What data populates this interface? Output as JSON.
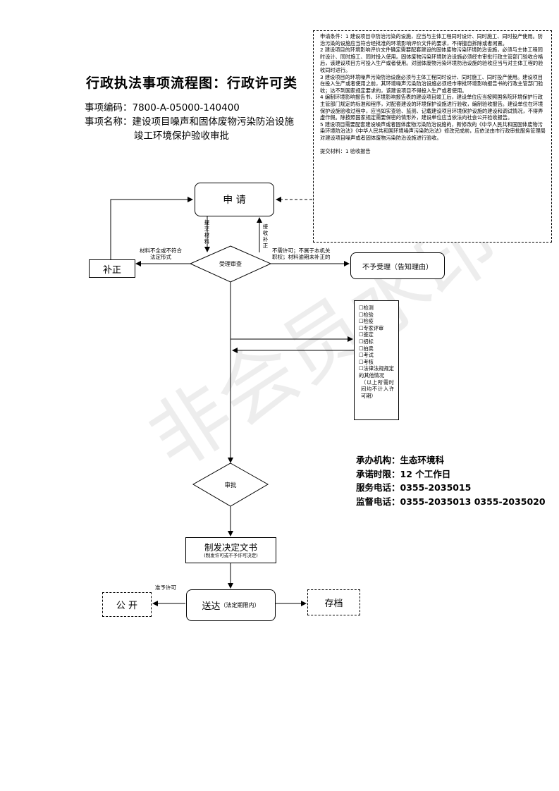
{
  "header": {
    "title": "行政执法事项流程图：行政许可类",
    "code_label": "事项编码：",
    "code": "7800-A-05000-140400",
    "name_label": "事项名称：",
    "name_line1": "建设项目噪声和固体废物污染防治设施",
    "name_line2": "竣工环境保护验收审批"
  },
  "conditions": {
    "lines": [
      "申请条件：1 建设项目中防治污染的设施，应当与主体工程同时设计、同时施工、同时投产使用。防治污染的设施应当符合经批准的环境影响评价文件的要求，不得擅自拆除或者闲置。",
      "2 建设项目的环境影响评价文件确定需要配套建设的固体废物污染环境防治设施，必须与主体工程同时设计、同时施工、同时投入使用。固体废物污染环境防治设施必须经市审批行政主管部门验收合格后，该建设项目方可投入生产或者使用。对固体废物污染环境防治设施的验收应当与对主体工程的验收同时进行。",
      "3 建设项目的环境噪声污染防治设施必须与主体工程同时设计、同时施工、同时投产使用。建设项目在投入生产或者使用之前，其环境噪声污染防治设施必须经市审批环境影响报告书的行政主管部门验收；达不到国家规定要求的，该建设项目不得投入生产或者使用。",
      "4 编制环境影响报告书、环境影响报告表的建设项目竣工后，建设单位应当按照国务院环境保护行政主管部门规定的标准和程序，对配套建设的环境保护设施进行验收，编制验收报告。建设单位在环境保护设施验收过程中，应当如实查验、监测、记载建设项目环境保护设施的建设和调试情况，不得弄虚作假。除按照国家规定需要保密的情形外，建设单位应当依法向社会公开验收报告。",
      "5 建设项目需要配套建设噪声或者固体废物污染防治设施的，新修改的《中华人民共和国固体废物污染环境防治法》《中华人民共和国环境噪声污染防治法》修改完成前，应依法由市行政审批服务管理局对建设项目噪声或者固体废物污染防治设施进行验收。"
    ],
    "materials": "提交材料：1 验收报告"
  },
  "flow": {
    "apply": "申 请",
    "submit_materials": "提交材料",
    "receive_materials": "接收补正",
    "correct": "补正",
    "incomplete_note_1": "材料不全或不符合",
    "incomplete_note_2": "法定形式",
    "review": "受理审查",
    "reject_note_1": "不需许可；不属于本机关",
    "reject_note_2": "职权；材料逾期未补正的",
    "reject": "不予受理（告知理由）",
    "approve": "审批",
    "decision": "制发决定文书",
    "decision_sub": "(制发许可或不予许可决定)",
    "grant_note": "准予许可",
    "publish": "公 开",
    "deliver": "送达",
    "deliver_sub": "（法定期限内）",
    "archive": "存档"
  },
  "actions": {
    "items": [
      "☐检测",
      "☐检验",
      "☐检疫",
      "☐专家评审",
      "☐鉴定",
      "☐招标",
      "☐拍卖",
      "☐考试",
      "☐考核"
    ],
    "other": "☐法律法规规定的其他情况",
    "note": "（以上所需时间均不计入许可期）"
  },
  "info": {
    "org": "承办机构：生态环境科",
    "time_limit": "承诺时限：12 个工作日",
    "service_phone": "服务电话：0355-2035015",
    "supervise_phone": "监督电话：0355-2035013   0355-2035020"
  },
  "watermark": "非会员水印"
}
